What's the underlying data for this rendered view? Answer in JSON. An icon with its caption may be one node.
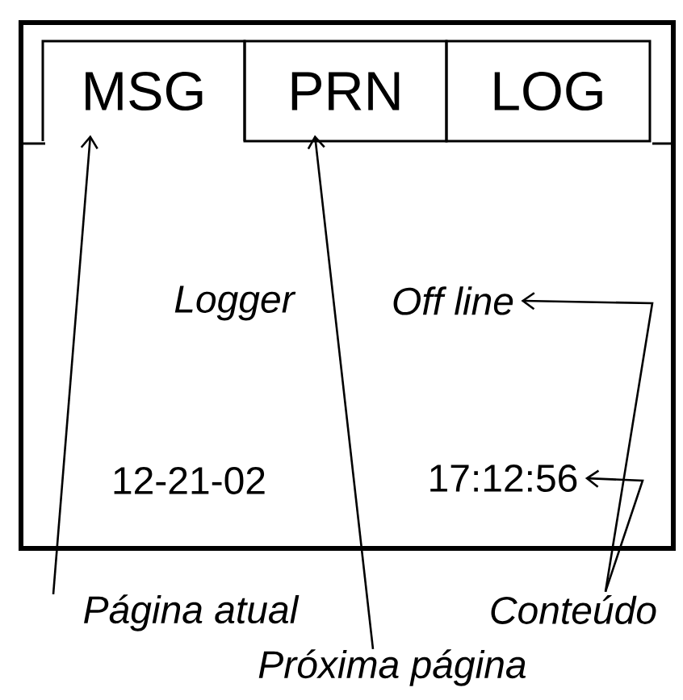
{
  "diagram": {
    "nodes": [
      {
        "text": [],
        "shape": "box"
      },
      {
        "text": [
          "MSG"
        ],
        "in": 0
      },
      {
        "text": [
          "PRN"
        ],
        "in": 0
      },
      {
        "text": [
          "LOG"
        ],
        "in": 0
      },
      {
        "text": [
          "Off line"
        ],
        "in": 0
      },
      {
        "text": [
          "17:12:56"
        ],
        "in": 0
      },
      {
        "text": [
          "Página atual"
        ]
      },
      {
        "text": [
          "Conteúdo"
        ]
      },
      {
        "text": [
          "Próxima página"
        ]
      }
    ],
    "edges": [
      {
        "from": 6,
        "to": 1,
        "arrow": "to"
      },
      {
        "from": 8,
        "to": 2,
        "arrow": "to"
      },
      {
        "from": 7,
        "to": 4,
        "arrow": "to"
      },
      {
        "from": 7,
        "to": 5,
        "arrow": "to"
      }
    ],
    "labels": [
      "Logger",
      "12-21-02"
    ]
  }
}
